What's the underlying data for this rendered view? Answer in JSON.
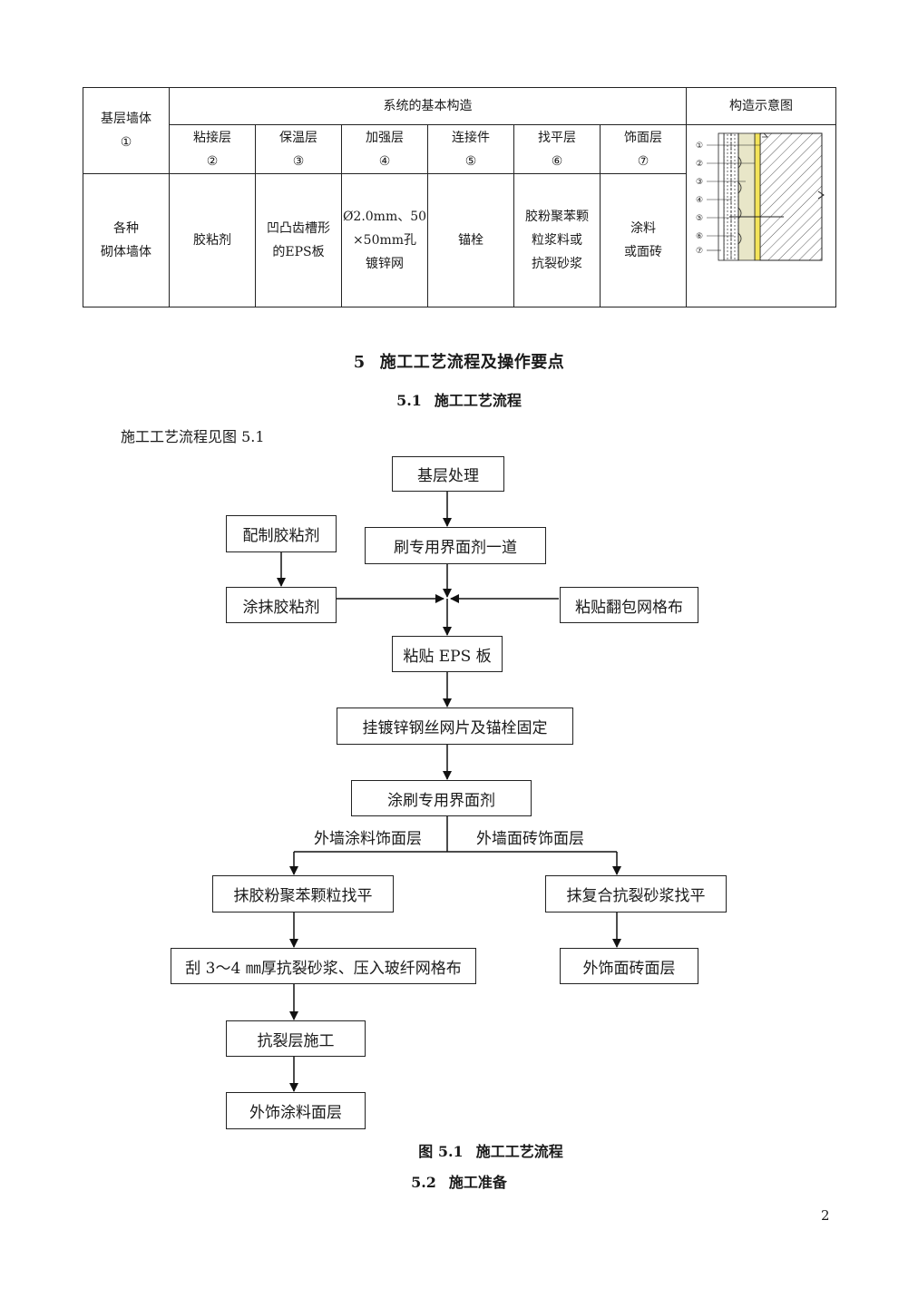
{
  "table": {
    "base_wall_header": [
      "基层墙体",
      "①"
    ],
    "system_header": "系统的基本构造",
    "diagram_header": "构造示意图",
    "layers": [
      {
        "name": "粘接层",
        "num": "②"
      },
      {
        "name": "保温层",
        "num": "③"
      },
      {
        "name": "加强层",
        "num": "④"
      },
      {
        "name": "连接件",
        "num": "⑤"
      },
      {
        "name": "找平层",
        "num": "⑥"
      },
      {
        "name": "饰面层",
        "num": "⑦"
      }
    ],
    "row": {
      "wall": [
        "各种",
        "砌体墙体"
      ],
      "adhesive": [
        "胶粘剂"
      ],
      "insulation": [
        "凹凸齿槽形",
        "的EPS板"
      ],
      "reinforce": [
        "Ø2.0mm、50",
        "×50mm孔",
        "镀锌网"
      ],
      "connector": [
        "锚栓"
      ],
      "leveling": [
        "胶粉聚苯颗",
        "粒浆料或",
        "抗裂砂浆"
      ],
      "finish": [
        "涂料",
        "或面砖"
      ]
    },
    "diagram_labels": [
      "①",
      "②",
      "③",
      "④",
      "⑤",
      "⑥",
      "⑦"
    ]
  },
  "section5": {
    "num": "5",
    "title": "施工工艺流程及操作要点"
  },
  "section5_1": {
    "num": "5.1",
    "title": "施工工艺流程"
  },
  "intro": "施工工艺流程见图 5.1",
  "flow": {
    "base_treatment": "基层处理",
    "prepare_adhesive": "配制胶粘剂",
    "brush_interface": "刷专用界面剂一道",
    "apply_adhesive": "涂抹胶粘剂",
    "wrap_mesh": "粘贴翻包网格布",
    "paste_eps": "粘贴 EPS 板",
    "hang_mesh": "挂镀锌钢丝网片及锚栓固定",
    "brush_interface2": "涂刷专用界面剂",
    "branch_coating": "外墙涂料饰面层",
    "branch_tile": "外墙面砖饰面层",
    "rubber_level": "抹胶粉聚苯颗粒找平",
    "scrape_mortar": "刮 3～4 ㎜厚抗裂砂浆、压入玻纤网格布",
    "crack_layer": "抗裂层施工",
    "coating_finish": "外饰涂料面层",
    "composite_level": "抹复合抗裂砂浆找平",
    "tile_finish": "外饰面砖面层"
  },
  "figure_caption": {
    "num": "图 5.1",
    "title": "施工工艺流程"
  },
  "section5_2": {
    "num": "5.2",
    "title": "施工准备"
  },
  "page_number": "2"
}
